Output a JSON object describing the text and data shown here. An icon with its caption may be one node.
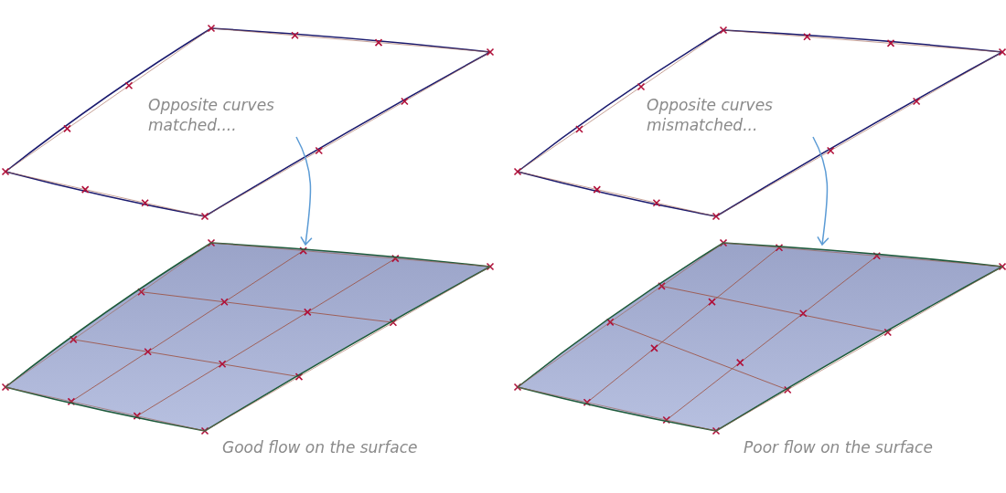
{
  "diagram": {
    "nodes": [
      {
        "text": [],
        "shape": "picture"
      },
      {
        "text": [
          "Opposite curves matched...."
        ],
        "in": 0
      },
      {
        "text": [],
        "shape": "picture",
        "beside": [
          "Good flow on the surface"
        ]
      },
      {
        "text": [],
        "shape": "picture"
      },
      {
        "text": [
          "Opposite curves mismatched..."
        ],
        "in": 3
      },
      {
        "text": [],
        "shape": "picture",
        "beside": [
          "Poor flow on the surface"
        ]
      }
    ],
    "edges": [
      {
        "from": 1,
        "to": 2,
        "arrow": "to"
      },
      {
        "from": 4,
        "to": 5,
        "arrow": "to"
      }
    ]
  }
}
